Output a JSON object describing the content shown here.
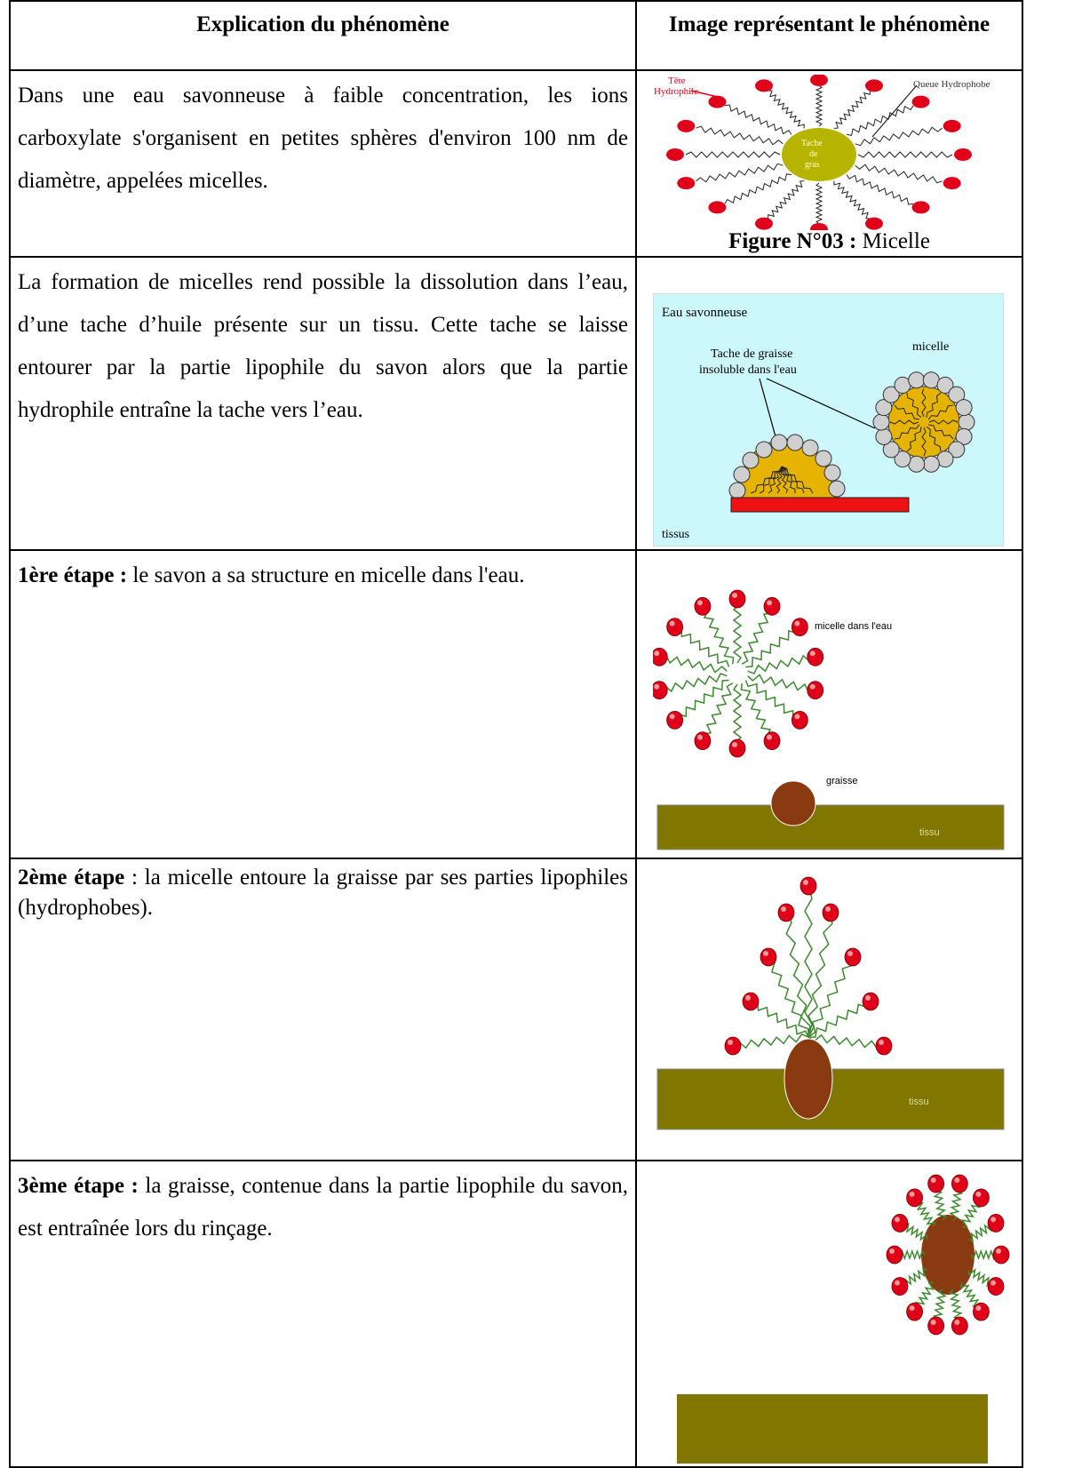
{
  "header": {
    "col1": "Explication du phénomène",
    "col2": "Image représentant le phénomène"
  },
  "rows": [
    {
      "text": "Dans une eau savonneuse à faible concentration, les ions carboxylate s'organisent en petites sphères d'environ 100 nm de diamètre, appelées micelles.",
      "figure_labels": {
        "head": "Tête Hydrophile",
        "tail": "Queue Hydrophobe",
        "center": "Tache de gras"
      },
      "caption_bold": "Figure N°03 :",
      "caption_rest": " Micelle"
    },
    {
      "text": "La formation de micelles rend possible la dissolution dans l’eau, d’une tache d’huile présente sur un tissu. Cette tache se laisse entourer par la partie lipophile du savon alors que la partie hydrophile entraîne la tache vers l’eau.",
      "figure_labels": {
        "water": "Eau savonneuse",
        "micelle": "micelle",
        "stain_line1": "Tache de graisse",
        "stain_line2": "insoluble dans l'eau",
        "fabric": "tissus"
      }
    },
    {
      "step": "1ère étape :",
      "text": " le savon a sa structure en micelle dans l'eau.",
      "figure_labels": {
        "micelle": "micelle dans l'eau",
        "grease": "graisse",
        "fabric": "tissu"
      }
    },
    {
      "step": "2ème étape",
      "text": " : la micelle entoure la graisse par ses parties lipophiles (hydrophobes).",
      "figure_labels": {
        "fabric": "tissu"
      }
    },
    {
      "step": "3ème étape :",
      "text": " la graisse, contenue dans la partie lipophile du savon, est entraînée lors du rinçage."
    }
  ],
  "colors": {
    "red_head": "#e0001a",
    "olive_fabric": "#807600",
    "grease_brown": "#8a3a10",
    "light_blue": "#ccf7fb",
    "yellow_core": "#b7b400",
    "stain_yellow": "#e6b400"
  }
}
